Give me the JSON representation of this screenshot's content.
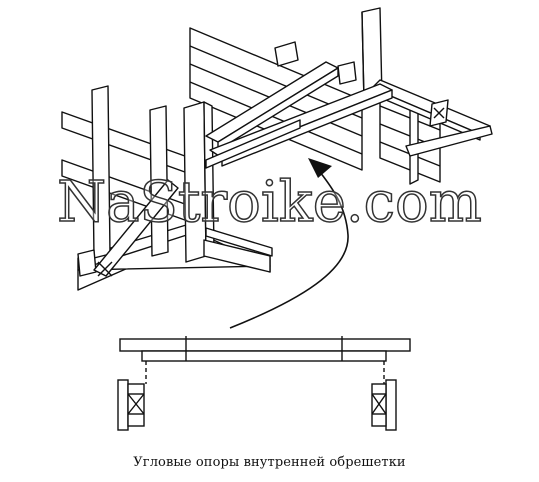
{
  "figure": {
    "caption": "Угловые опоры внутренней обрешетки",
    "watermark": "NaStroike.com",
    "icons": {
      "isometric": "formwork-corner-isometric-drawing",
      "arrow": "curved-arrow-icon",
      "section": "cross-section-drawing"
    },
    "colors": {
      "line": "#111111",
      "background": "#ffffff"
    }
  }
}
